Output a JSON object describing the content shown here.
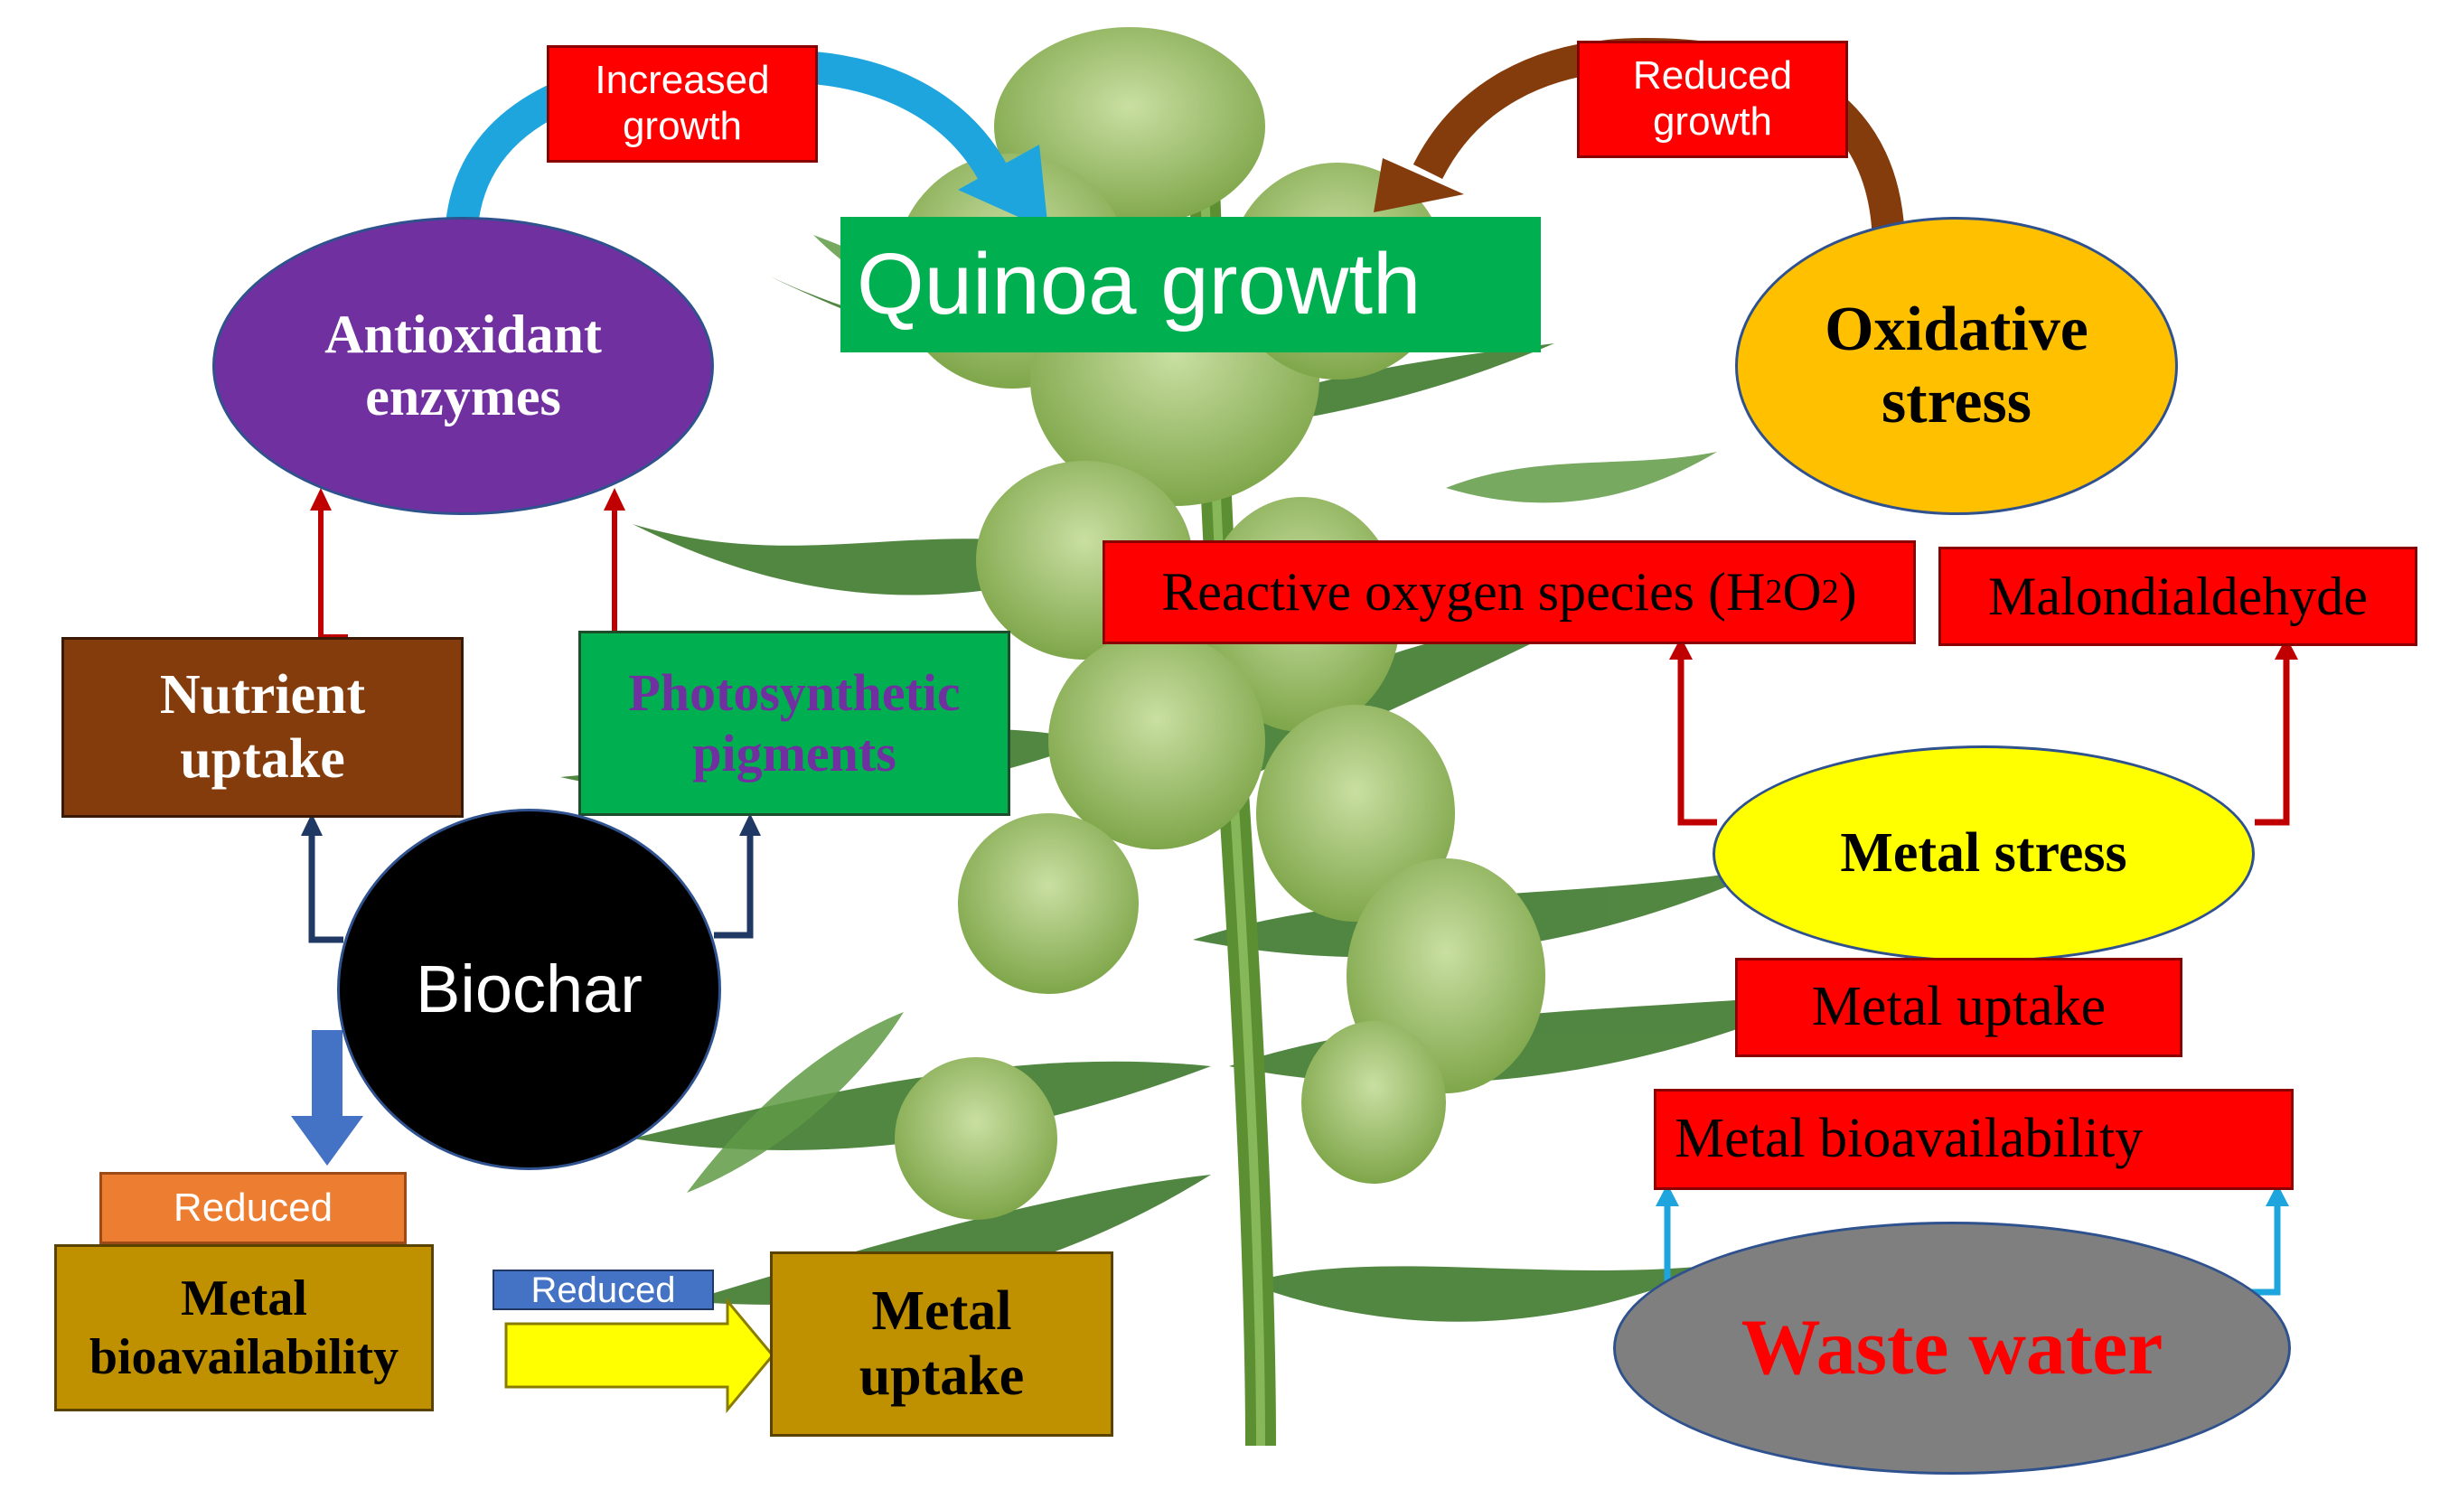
{
  "diagram": {
    "colors": {
      "red": "#ff0000",
      "purple": "#7030a0",
      "green": "#00b050",
      "brown": "#843c0c",
      "orange": "#ffc000",
      "yellow": "#ffff00",
      "gold": "#bf9000",
      "black": "#000000",
      "grey": "#7f7f7f",
      "salmon": "#ed7d31",
      "blue_arrow": "#3f74c6",
      "cyan_arrow": "#1fa5dd",
      "brown_arrow": "#843c0c"
    },
    "nodes": {
      "increased_growth": "Increased growth",
      "reduced_growth": "Reduced growth",
      "quinoa_growth": "Quinoa growth",
      "antioxidant_enzymes": "Antioxidant enzymes",
      "oxidative_stress": "Oxidative stress",
      "ros_prefix": "Reactive oxygen species  (H",
      "ros_sub1": "2",
      "ros_mid": "O",
      "ros_sub2": "2",
      "ros_suffix": ")",
      "malondialdehyde": "Malondialdehyde",
      "nutrient_uptake": "Nutrient uptake",
      "photosynthetic_pigments": "Photosynthetic pigments",
      "metal_stress": "Metal stress",
      "biochar": "Biochar",
      "metal_uptake_right": "Metal uptake",
      "metal_bioavailability_right": "Metal bioavailability",
      "reduced_small": "Reduced",
      "metal_bioavailability_left": "Metal bioavailability",
      "reduced_arrow_label": "Reduced",
      "metal_uptake_bottom": "Metal uptake",
      "waste_water": "Waste water"
    },
    "background_image": "quinoa-plant-photo"
  }
}
